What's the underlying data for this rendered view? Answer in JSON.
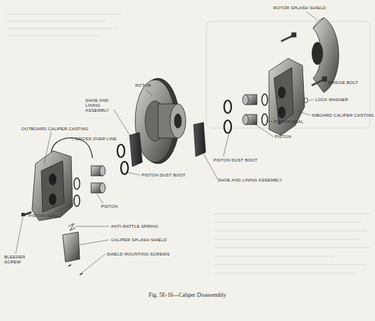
{
  "diagram": {
    "caption": "Fig. 5E-16—Caliper Disassembly",
    "labels": [
      "ROTOR SPLASH SHIELD",
      "BRIDGE BOLT",
      "LOCK WASHER",
      "INBOARD CALIPER CASTING",
      "PISTON SEAL",
      "PISTON",
      "ROTOR",
      "SHOE AND LINING ASSEMBLY",
      "PISTON DUST BOOT",
      "SHOE AND LINING ASSEMBLY",
      "OUTBOARD CALIPER CASTING",
      "CROSS OVER LINE",
      "PISTON DUST BOOT",
      "PISTON",
      "PISTON SEAL",
      "BLEEDER SCREW",
      "ANTI-RATTLE SPRING",
      "CALIPER SPLASH SHIELD",
      "SHIELD MOUNTING SCREWS"
    ]
  }
}
